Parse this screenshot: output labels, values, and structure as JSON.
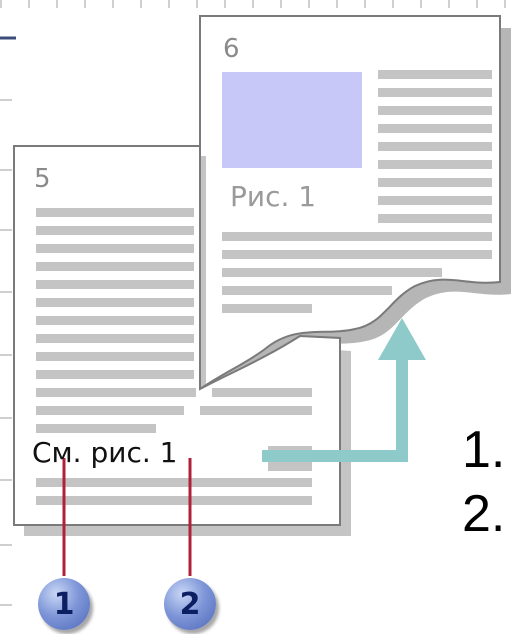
{
  "page_front": {
    "number": "5",
    "reference": "См. рис. 1"
  },
  "page_back": {
    "number": "6",
    "figure_caption": "Рис. 1"
  },
  "callouts": [
    "1",
    "2"
  ],
  "list_numbers": [
    "1.",
    "2."
  ],
  "colors": {
    "figure_box": "#c8c8f8",
    "arrow": "#8fcaca",
    "leader_line": "#b0203a",
    "text_line": "#c4c4c4"
  }
}
